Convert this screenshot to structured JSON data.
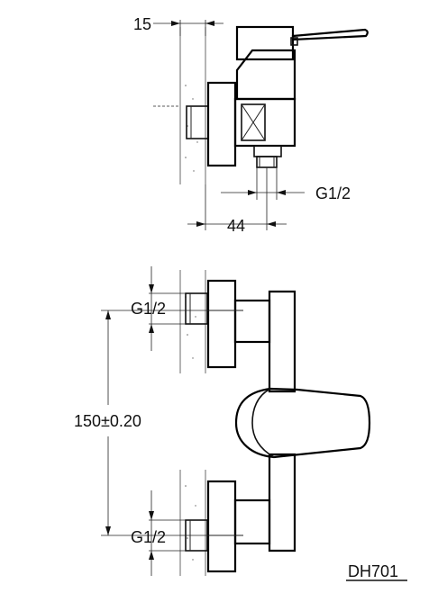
{
  "dimensions": {
    "top_offset": "15",
    "side_thread": "G1/2",
    "depth": "44",
    "upper_inlet_thread": "G1/2",
    "center_distance": "150±0.20",
    "lower_inlet_thread": "G1/2"
  },
  "model_code": "DH701"
}
